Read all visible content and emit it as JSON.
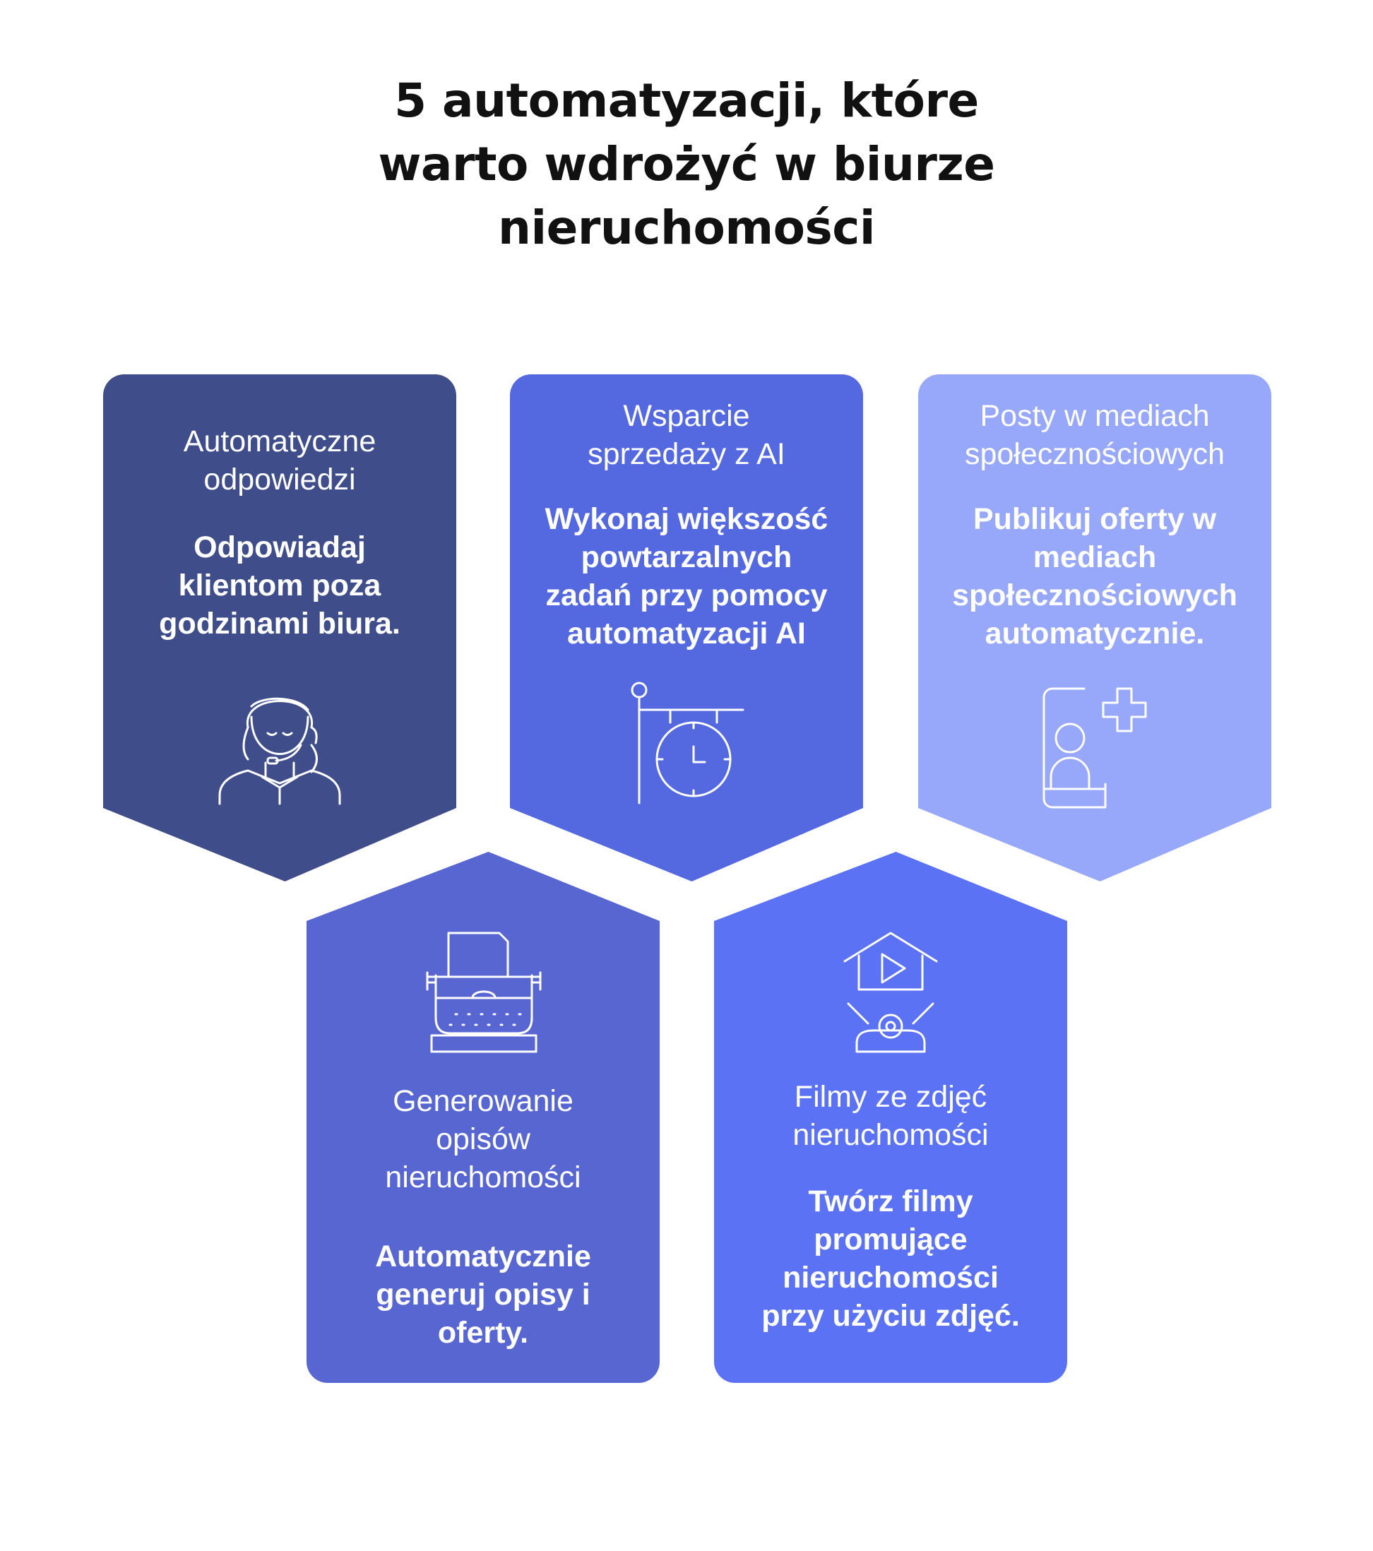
{
  "title": {
    "lines": [
      "5 automatyzacji, które",
      "warto wdrożyć w biurze",
      "nieruchomości"
    ]
  },
  "colors": {
    "card1": "#3f4d8a",
    "card2": "#5469e0",
    "card3": "#97a7fa",
    "card4": "#5766d1",
    "card5": "#5b72f4"
  },
  "cards": [
    {
      "title": "Automatyczne\nodpowiedzi",
      "description": "Odpowiadaj\nklientom poza\ngodzinami biura.",
      "icon": "customer-support-agent-icon"
    },
    {
      "title": "Wsparcie\nsprzedaży z AI",
      "description": "Wykonaj większość\npowtarzalnych\nzadań przy pomocy\nautomatyzacji AI",
      "icon": "hanging-clock-sign-icon"
    },
    {
      "title": "Posty w mediach\nspołecznościowych",
      "description": "Publikuj oferty w\nmediach\nspołecznościowych\nautomatycznie.",
      "icon": "phone-profile-plus-icon"
    },
    {
      "title": "Generowanie\nopisów\nnieruchomości",
      "description": "Automatycznie\ngeneruj opisy i\noferty.",
      "icon": "typewriter-icon"
    },
    {
      "title": "Filmy ze zdjęć\nnieruchomości",
      "description": "Twórz filmy\npromujące\nnieruchomości\nprzy użyciu zdjęć.",
      "icon": "house-video-projector-icon"
    }
  ]
}
